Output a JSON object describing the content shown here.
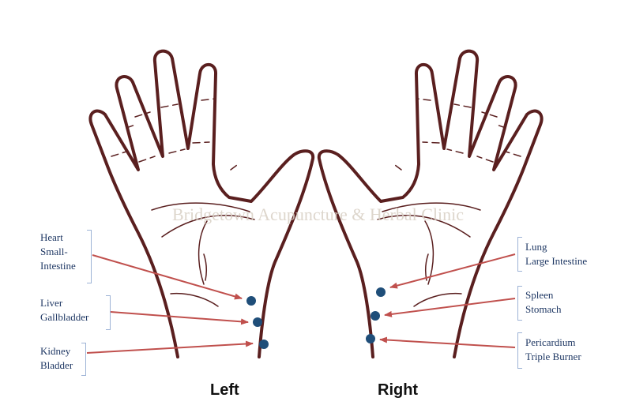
{
  "watermark": "Bridgetown Acupuncture & Herbal Clinic",
  "hands": [
    {
      "title": "Left"
    },
    {
      "title": "Right"
    }
  ],
  "labels": {
    "left": [
      {
        "lines": [
          "Heart",
          "Small-",
          "Intestine"
        ]
      },
      {
        "lines": [
          "Liver",
          "Gallbladder"
        ]
      },
      {
        "lines": [
          "Kidney",
          "Bladder"
        ]
      }
    ],
    "right": [
      {
        "lines": [
          "Lung",
          "Large Intestine"
        ]
      },
      {
        "lines": [
          "Spleen",
          "Stomach"
        ]
      },
      {
        "lines": [
          "Pericardium",
          "Triple Burner"
        ]
      }
    ]
  },
  "colors": {
    "outline": "#5a1f1f",
    "arrow": "#c0504d",
    "point": "#1f4e79",
    "label_text": "#1f3864"
  }
}
